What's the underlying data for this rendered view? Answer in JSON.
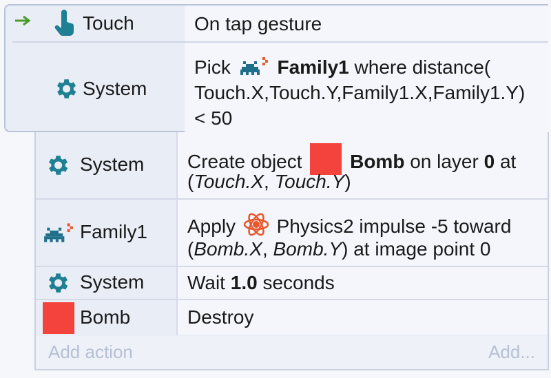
{
  "condition_block": {
    "rows": [
      {
        "object": "Touch",
        "icon": "touch-hand-icon",
        "text": "On tap gesture"
      },
      {
        "object": "System",
        "icon": "gear-icon",
        "text_parts": {
          "pick": "Pick",
          "family_name": "Family1",
          "where": "where distance(",
          "line2": "Touch.X,Touch.Y,Family1.X,Family1.Y)",
          "line3": "< 50"
        }
      }
    ],
    "arrow_icon": "green-arrow-icon"
  },
  "actions": [
    {
      "object": "System",
      "icon": "gear-icon",
      "text_parts": {
        "create": "Create object",
        "object_name": "Bomb",
        "on_layer": "on layer",
        "layer": "0",
        "at": "at",
        "open": "(",
        "x": "Touch.X",
        "comma": ",",
        "y": "Touch.Y",
        "close": ")"
      }
    },
    {
      "object": "Family1",
      "icon": "space-invader-icon",
      "text_parts": {
        "apply": "Apply",
        "rest": "Physics2 impulse -5 toward",
        "open": "(",
        "x": "Bomb.X",
        "comma": ",",
        "y": "Bomb.Y",
        "tail": ") at image point 0"
      }
    },
    {
      "object": "System",
      "icon": "gear-icon",
      "text_parts": {
        "wait": "Wait",
        "value": "1.0",
        "unit": "seconds"
      }
    },
    {
      "object": "Bomb",
      "icon": "red-square-icon",
      "text": "Destroy"
    }
  ],
  "add_row": {
    "add_action": "Add action",
    "add_more": "Add..."
  },
  "colors": {
    "accent_teal": "#1f7f93",
    "bomb_red": "#f4433c",
    "arrow_green": "#4c9a2a"
  }
}
